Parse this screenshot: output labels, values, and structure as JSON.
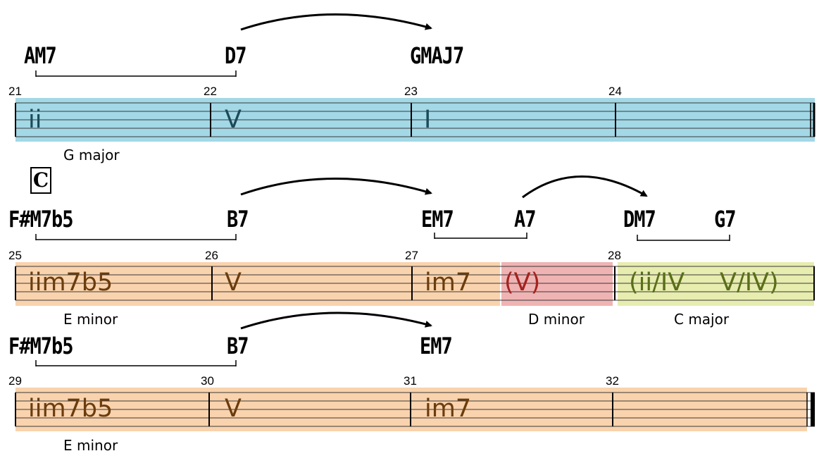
{
  "colors": {
    "major_region": "#a3d8e6",
    "minor_region": "#f9d3ad",
    "d_minor_region": "#f0b3b3",
    "c_major_region": "#e7ecaf",
    "roman_blue": "#1b4a5a",
    "roman_brown": "#6b3c0d",
    "roman_red": "#a3231f",
    "roman_olive": "#5a6e1a"
  },
  "rehearsal_mark": "C",
  "systems": [
    {
      "chords": [
        "AM7",
        "D7",
        "GMAJ7"
      ],
      "measures": [
        "21",
        "22",
        "23",
        "24"
      ],
      "analysis": [
        "ii",
        "V",
        "I"
      ],
      "keys": [
        "G major"
      ]
    },
    {
      "chords": [
        "F#M7b5",
        "B7",
        "EM7",
        "A7",
        "DM7",
        "G7"
      ],
      "measures": [
        "25",
        "26",
        "27",
        "28"
      ],
      "analysis": [
        "iim7b5",
        "V",
        "im7",
        "(V)",
        "(ii/IV",
        "V/IV)"
      ],
      "keys": [
        "E minor",
        "D minor",
        "C major"
      ]
    },
    {
      "chords": [
        "F#M7b5",
        "B7",
        "EM7"
      ],
      "measures": [
        "29",
        "30",
        "31",
        "32"
      ],
      "analysis": [
        "iim7b5",
        "V",
        "im7"
      ],
      "keys": [
        "E minor"
      ]
    }
  ]
}
